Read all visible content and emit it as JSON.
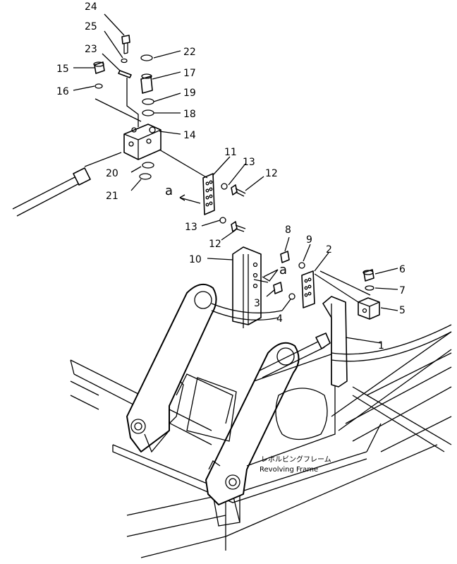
{
  "frame_label": {
    "japanese": "レボルビングフレーム",
    "english": "Revolving Frame"
  },
  "view_marker": "a",
  "part_numbers": [
    "1",
    "2",
    "3",
    "4",
    "5",
    "6",
    "7",
    "8",
    "9",
    "10",
    "11",
    "12",
    "13",
    "14",
    "15",
    "16",
    "17",
    "18",
    "19",
    "20",
    "21",
    "22",
    "23",
    "24",
    "25"
  ],
  "callouts": {
    "p1": "1",
    "p2": "2",
    "p3": "3",
    "p4": "4",
    "p5": "5",
    "p6": "6",
    "p7": "7",
    "p8": "8",
    "p9": "9",
    "p10": "10",
    "p11": "11",
    "p12a": "12",
    "p12b": "12",
    "p13a": "13",
    "p13b": "13",
    "p14": "14",
    "p15": "15",
    "p16": "16",
    "p17": "17",
    "p18": "18",
    "p19": "19",
    "p20": "20",
    "p21": "21",
    "p22": "22",
    "p23": "23",
    "p24": "24",
    "p25": "25"
  }
}
